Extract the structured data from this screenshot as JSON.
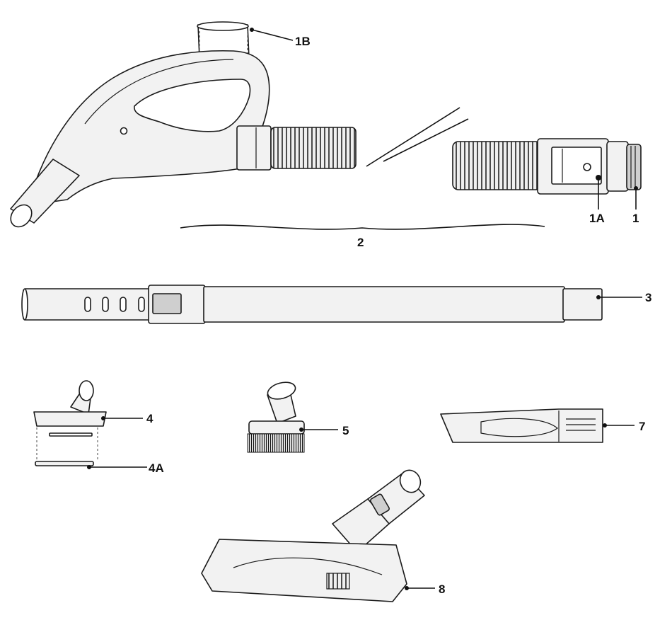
{
  "labels": {
    "hose_connector": "1",
    "release_button": "1A",
    "handle_stop": "1B",
    "hose_assembly": "2",
    "extension_wand": "3",
    "upholstery_tool": "4",
    "upholstery_strip": "4A",
    "dusting_brush": "5",
    "crevice_tool": "7",
    "floor_nozzle": "8"
  }
}
